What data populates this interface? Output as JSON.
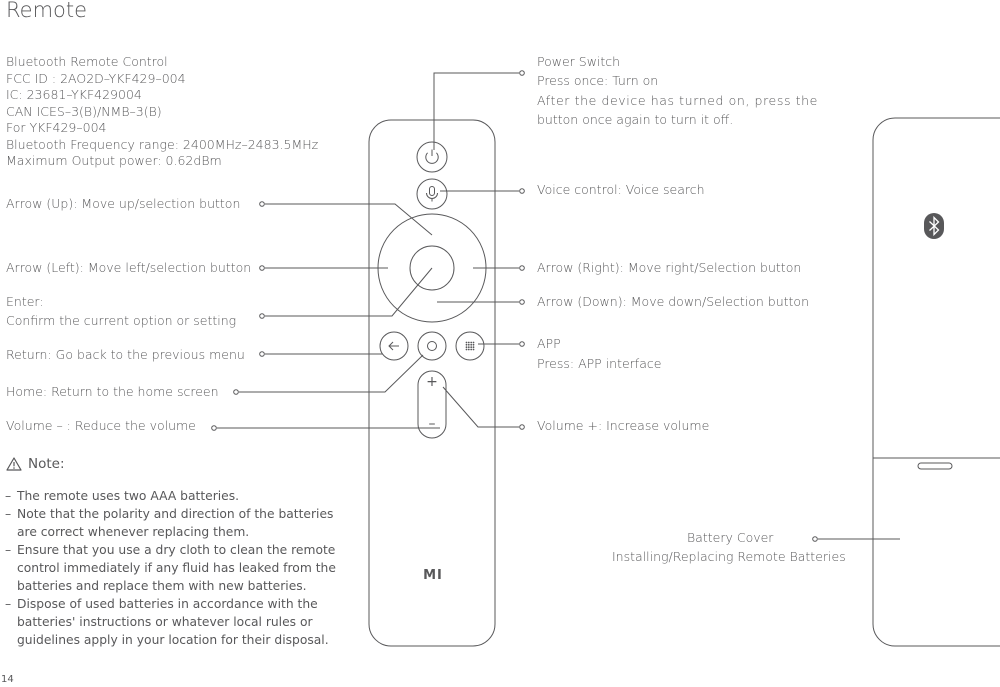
{
  "page": {
    "title": "Remote",
    "page_number": "14"
  },
  "specs": [
    "Bluetooth Remote Control",
    "FCC ID : 2AO2D–YKF429–004",
    "IC: 23681–YKF429004",
    "CAN ICES–3(B)/NMB–3(B)",
    "For YKF429–004",
    "Bluetooth Frequency range: 2400MHz–2483.5MHz",
    "Maximum Output power: 0.62dBm"
  ],
  "left_labels": {
    "arrow_up": "Arrow (Up): Move up/selection button",
    "arrow_left": "Arrow (Left): Move left/selection button",
    "enter_title": "Enter:",
    "enter_desc": "Confirm the current option or setting",
    "return": "Return: Go back to the previous menu",
    "home": "Home: Return to the home screen",
    "volume_down": "Volume – : Reduce the volume"
  },
  "right_labels": {
    "power_title": "Power Switch",
    "power_line1": "Press once: Turn on",
    "power_line2": "After the device has turned on, press the",
    "power_line3": "button once again to turn it off.",
    "voice": "Voice control: Voice search",
    "arrow_right": "Arrow (Right): Move right/Selection button",
    "arrow_down": "Arrow (Down): Move down/Selection button",
    "app_title": "APP",
    "app_desc": "Press: APP interface",
    "volume_up": "Volume +: Increase volume"
  },
  "battery_cover": {
    "title": "Battery Cover",
    "desc": "Installing/Replacing Remote Batteries"
  },
  "note": {
    "heading": "Note:",
    "items": [
      "The remote uses two AAA batteries.",
      "Note that the polarity and direction of the batteries are correct whenever replacing them.",
      "Ensure that you use a dry cloth to clean the remote control immediately if any fluid has leaked from the batteries and replace them with new batteries.",
      "Dispose of used batteries in accordance with the batteries' instructions or whatever local rules or guidelines apply in your location for their disposal."
    ]
  },
  "remote": {
    "logo": "MI",
    "plus": "+",
    "minus": "–"
  },
  "colors": {
    "text": "#58585a",
    "line": "#58585a"
  },
  "icons": [
    "power-icon",
    "microphone-icon",
    "back-arrow-icon",
    "home-icon",
    "app-grid-icon",
    "bluetooth-icon",
    "warning-icon"
  ]
}
